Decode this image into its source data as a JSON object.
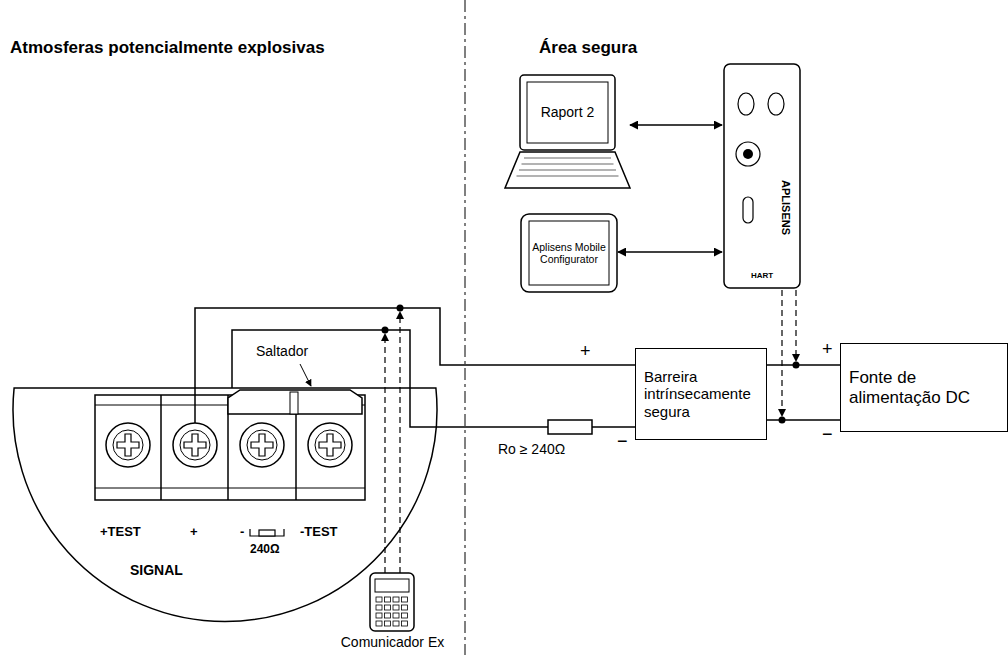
{
  "diagram": {
    "nodes": [
      {
        "text": [
          "+TEST",
          "+",
          "-",
          "-TEST",
          "240Ω",
          "SIGNAL"
        ]
      },
      {
        "text": [
          "Comunicador Ex"
        ]
      },
      {
        "text": [
          "Raport 2"
        ]
      },
      {
        "text": [
          "Aplisens Mobile Configurator"
        ]
      },
      {
        "text": [
          "APLISENS",
          "HART"
        ]
      },
      {
        "text": [
          "Barreira intrínsecamente segura"
        ]
      },
      {
        "text": [
          "Fonte de alimentação DC"
        ]
      }
    ],
    "edges": [
      {
        "from": 0,
        "to": 5,
        "arrow": "none"
      },
      {
        "from": 0,
        "to": 5,
        "arrow": "none"
      },
      {
        "from": 2,
        "to": 4,
        "arrow": "both"
      },
      {
        "from": 3,
        "to": 4,
        "arrow": "both"
      },
      {
        "from": 5,
        "to": 6,
        "arrow": "none"
      },
      {
        "from": 5,
        "to": 6,
        "arrow": "none"
      }
    ],
    "labels": [
      "Atmosferas potencialmente explosivas",
      "Área segura",
      "Saltador",
      "Ro ≥ 240Ω",
      "+",
      "−",
      "+",
      "−"
    ]
  }
}
